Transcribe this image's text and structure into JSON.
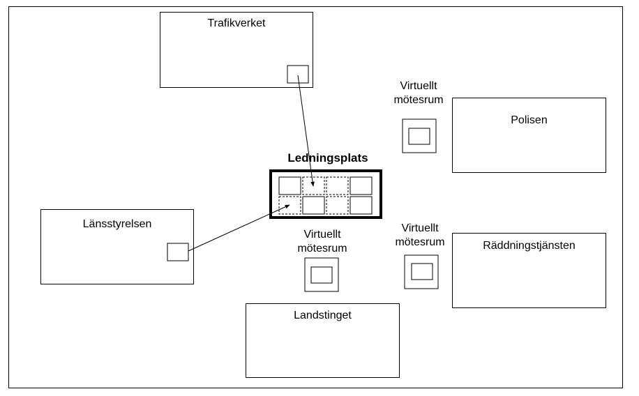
{
  "organizations": {
    "trafikverket": "Trafikverket",
    "polisen": "Polisen",
    "lansstyrelsen": "Länsstyrelsen",
    "raddningstjansten": "Räddningstjänsten",
    "landstinget": "Landstinget"
  },
  "command_post": {
    "title": "Ledningsplats",
    "slots_top": [
      "solid",
      "dashed",
      "dashed",
      "solid"
    ],
    "slots_bottom": [
      "dashed",
      "solid",
      "dashed",
      "solid"
    ]
  },
  "virtual_rooms": {
    "label_line1": "Virtuellt",
    "label_line2": "mötesrum"
  },
  "colors": {
    "line": "#000000",
    "background": "#ffffff"
  }
}
